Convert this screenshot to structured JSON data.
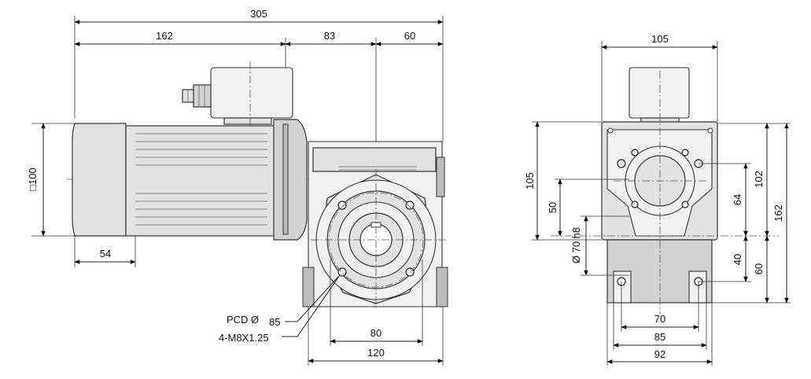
{
  "front_view": {
    "dim_overall": "305",
    "dim_motor": "162",
    "dim_gear_center": "83",
    "dim_gear_right": "60",
    "dim_motor_square": "□100",
    "dim_foot": "54",
    "dim_pcd_label": "PCD Ø",
    "dim_pcd_value": "85",
    "dim_thread": "4-M8X1.25",
    "dim_base_inner": "80",
    "dim_base_outer": "120"
  },
  "side_view": {
    "dim_top": "105",
    "dim_left_height": "105",
    "dim_left_50": "50",
    "dim_shaft": "Ø 70 h8",
    "dim_flange": "64",
    "dim_40": "40",
    "dim_60": "60",
    "dim_102": "102",
    "dim_162": "162",
    "dim_70": "70",
    "dim_85": "85",
    "dim_92": "92"
  }
}
